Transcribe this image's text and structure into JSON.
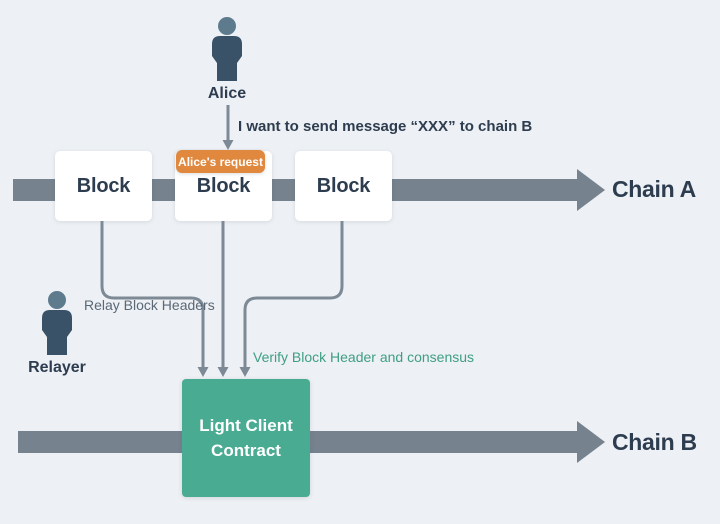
{
  "colors": {
    "background": "#edf0f4",
    "chain_bar": "#76828e",
    "connector": "#7d8995",
    "dark_text": "#2d3d4f",
    "relay_text": "#5a6876",
    "verify_text": "#3f9e83",
    "contract_teal": "#4aab93",
    "badge_orange": "#e0883e",
    "person_head": "#5e7b8d",
    "person_body": "#3a5268"
  },
  "alice": {
    "label": "Alice",
    "message": "I want to send message “XXX” to chain B"
  },
  "relayer": {
    "label": "Relayer",
    "action": "Relay Block Headers"
  },
  "badge": {
    "label": "Alice's request"
  },
  "chain_a": {
    "label": "Chain A",
    "blocks": [
      {
        "label": "Block"
      },
      {
        "label": "Block"
      },
      {
        "label": "Block"
      }
    ]
  },
  "chain_b": {
    "label": "Chain B"
  },
  "contract": {
    "line1": "Light Client",
    "line2": "Contract"
  },
  "verify": {
    "label": "Verify Block Header and consensus"
  }
}
